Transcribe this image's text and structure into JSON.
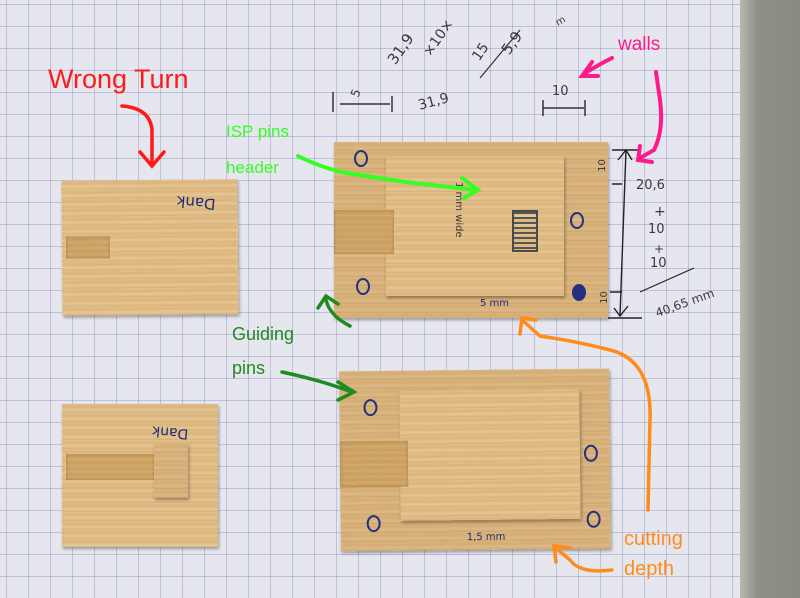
{
  "photo": {
    "description": "Photo of laser-cut plywood test pieces on grid paper with handwritten notes and colored annotations"
  },
  "annotations": {
    "wrong_turn": {
      "text": "Wrong Turn",
      "color": "#ff1a1a"
    },
    "isp_pins": {
      "line1": "ISP pins",
      "line2": "header",
      "color": "#33ff22"
    },
    "guiding_pins": {
      "line1": "Guiding",
      "line2": "pins",
      "color": "#1f8a1f"
    },
    "walls": {
      "text": "walls",
      "color": "#ff1a8c"
    },
    "cutting_depth": {
      "line1": "cutting",
      "line2": "depth",
      "color": "#ff8c1a"
    }
  },
  "handwriting": {
    "volume_calc": {
      "a": "31,9",
      "b": "×10×",
      "c": "15",
      "result": "5,9",
      "unit": "m"
    },
    "dim_left": "5",
    "dim_middle": "31,9",
    "dim_right": "10",
    "height_calc": {
      "top_mark": "10",
      "bottom_mark": "10",
      "term1": "20,6",
      "plus1": "+",
      "term2": "10",
      "plus2": "+",
      "term3": "10",
      "total": "40,65 mm"
    },
    "board_top_depth": "5 mm",
    "board_bottom_depth": "1,5 mm",
    "small_piece_label_1": "Dank",
    "small_piece_label_2": "Dank",
    "pencil_note": "1 mm wide"
  }
}
